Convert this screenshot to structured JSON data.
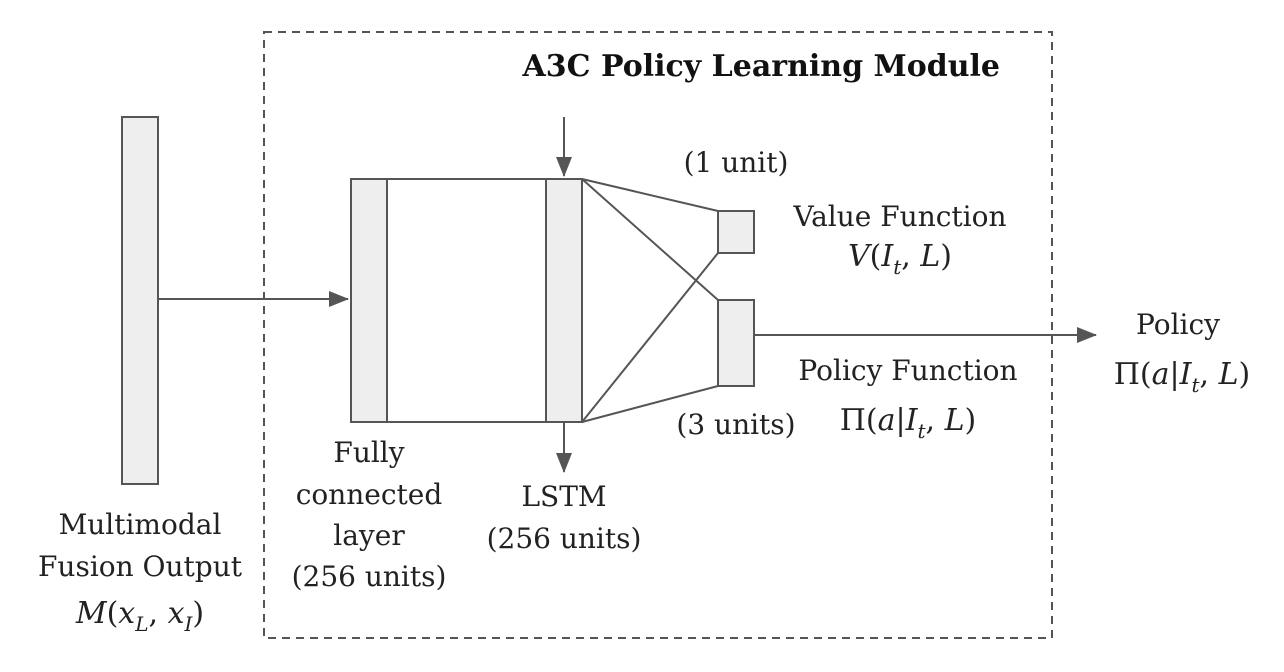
{
  "module_title": "A3C Policy Learning Module",
  "fusion": {
    "label_line1": "Multimodal",
    "label_line2": "Fusion Output",
    "formula": "M(x_L, x_I)"
  },
  "fc_layer": {
    "line1": "Fully",
    "line2": "connected",
    "line3": "layer",
    "line4": "(256 units)"
  },
  "lstm": {
    "line1": "LSTM",
    "line2": "(256 units)"
  },
  "value_head": {
    "units": "(1 unit)",
    "label": "Value Function",
    "formula": "V(I_t, L)"
  },
  "policy_head": {
    "units": "(3 units)",
    "label": "Policy Function",
    "formula": "Π(a|I_t, L)"
  },
  "output": {
    "label": "Policy",
    "formula": "Π(a|I_t, L)"
  },
  "colors": {
    "box_fill": "#eeeeee",
    "stroke": "#555555"
  }
}
